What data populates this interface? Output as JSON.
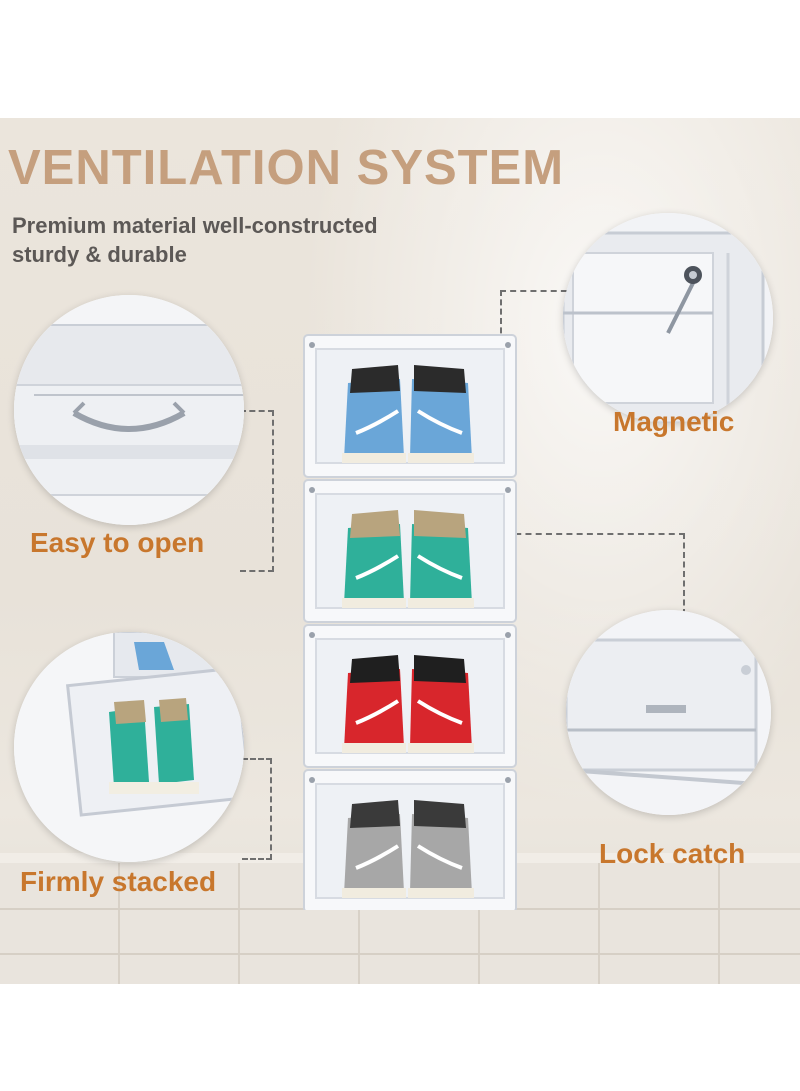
{
  "headline": "VENTILATION SYSTEM",
  "subheadline_line1": "Premium material well-constructed",
  "subheadline_line2": "sturdy & durable",
  "features": {
    "easy_open": "Easy to open",
    "magnetic": "Magnetic",
    "stacked": "Firmly stacked",
    "lock": "Lock catch"
  },
  "colors": {
    "headline": "#c59f7e",
    "subheadline": "#5c5856",
    "feature_label": "#c8772d"
  },
  "shoe_boxes": [
    {
      "shoe_colors": [
        "#6aa6d8",
        "#2b2b2b"
      ]
    },
    {
      "shoe_colors": [
        "#2fb09a",
        "#b8a47e"
      ]
    },
    {
      "shoe_colors": [
        "#d8262c",
        "#1f1f1f"
      ]
    },
    {
      "shoe_colors": [
        "#a7a7a7",
        "#3a3a3a"
      ]
    }
  ]
}
